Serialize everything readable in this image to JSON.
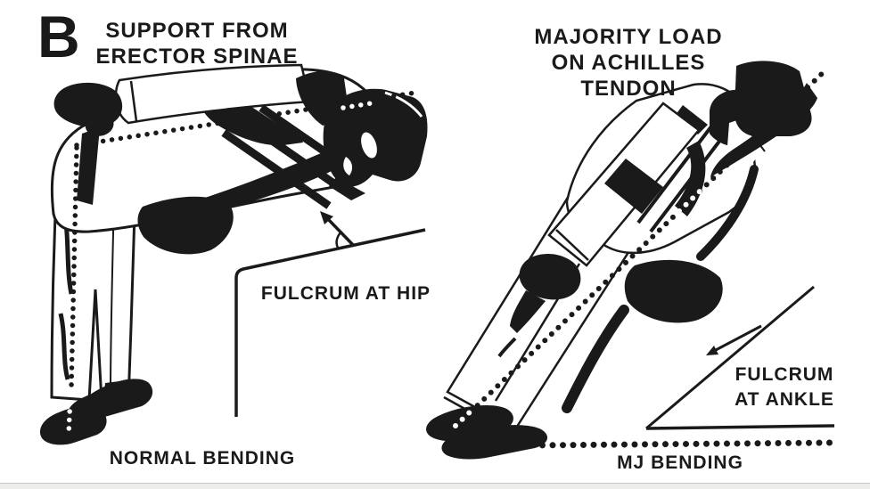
{
  "panel_label": "B",
  "left_diagram": {
    "top_caption_line1": "SUPPORT FROM",
    "top_caption_line2": "ERECTOR SPINAE",
    "fulcrum_label": "FULCRUM AT HIP",
    "bottom_caption": "NORMAL BENDING"
  },
  "right_diagram": {
    "top_caption_line1": "MAJORITY LOAD",
    "top_caption_line2": "ON ACHILLES",
    "top_caption_line3": "TENDON",
    "fulcrum_label_line1": "FULCRUM",
    "fulcrum_label_line2": "AT ANKLE",
    "bottom_caption": "MJ BENDING"
  },
  "icons": {
    "left_illustration": "mj-forward-bend-figure",
    "right_illustration": "mj-antigravity-lean-figure"
  },
  "colors": {
    "ink": "#1a1a1a",
    "background": "#ffffff",
    "bottom_strip_fill": "#ededeb",
    "bottom_strip_edge": "#c6c6c4"
  }
}
